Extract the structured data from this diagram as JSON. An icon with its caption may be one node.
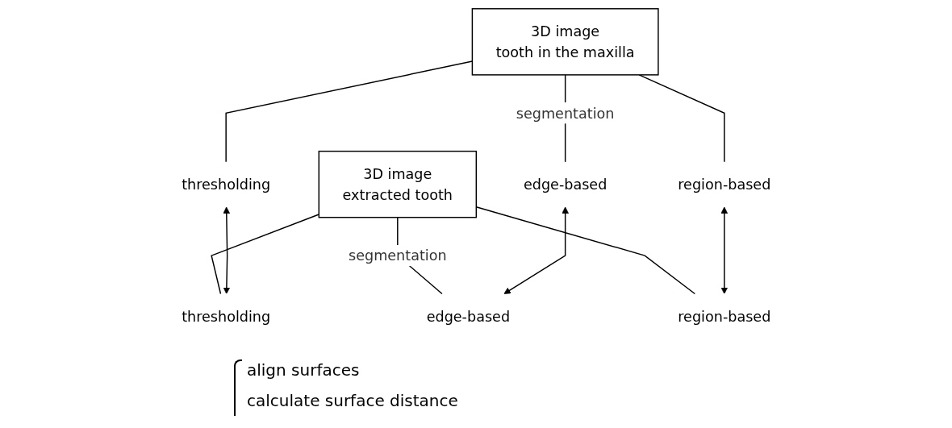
{
  "diagram": {
    "nodes": [
      {
        "text": [
          "3D image",
          "tooth in the maxilla"
        ]
      },
      {
        "text": [
          "thresholding"
        ]
      },
      {
        "text": [
          "edge-based"
        ]
      },
      {
        "text": [
          "region-based"
        ]
      },
      {
        "text": [
          "3D image",
          "extracted tooth"
        ]
      },
      {
        "text": [
          "thresholding"
        ]
      },
      {
        "text": [
          "edge-based"
        ]
      },
      {
        "text": [
          "region-based"
        ]
      }
    ],
    "edges": [
      {
        "from": 0,
        "to": 1,
        "arrow": "none"
      },
      {
        "from": 0,
        "to": 2,
        "arrow": "none",
        "label": "segmentation"
      },
      {
        "from": 0,
        "to": 3,
        "arrow": "none"
      },
      {
        "from": 4,
        "to": 5,
        "arrow": "none"
      },
      {
        "from": 4,
        "to": 6,
        "arrow": "none",
        "label": "segmentation"
      },
      {
        "from": 4,
        "to": 7,
        "arrow": "none"
      },
      {
        "from": 1,
        "to": 5,
        "arrow": "both"
      },
      {
        "from": 2,
        "to": 6,
        "arrow": "both"
      },
      {
        "from": 3,
        "to": 7,
        "arrow": "both"
      }
    ],
    "labels": [
      "align surfaces",
      "calculate surface distance"
    ]
  }
}
